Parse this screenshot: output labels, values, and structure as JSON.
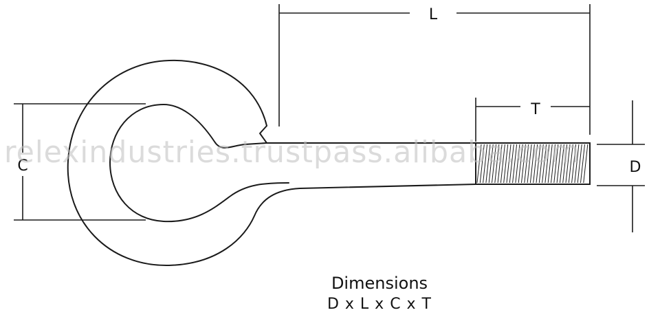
{
  "labels": {
    "length": "L",
    "thread_length": "T",
    "eye_diameter": "C",
    "rod_diameter": "D"
  },
  "caption": {
    "title": "Dimensions",
    "formula": "D x L x C x T"
  },
  "watermark": "relexindustries.trustpass.alibaba.com",
  "colors": {
    "line": "#1a1a1a",
    "watermark": "#bfbfbf"
  }
}
